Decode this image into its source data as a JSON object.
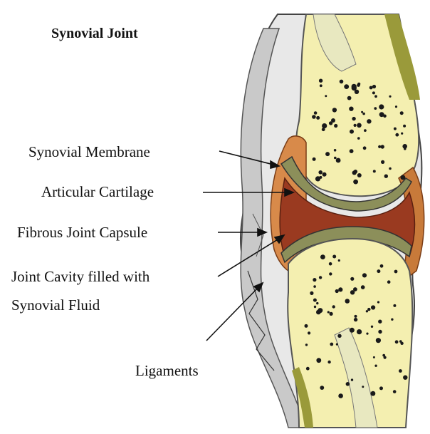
{
  "title": "Synovial Joint",
  "labels": {
    "synovial_membrane": "Synovial Membrane",
    "articular_cartilage": "Articular Cartilage",
    "fibrous_joint_capsule": "Fibrous Joint Capsule",
    "joint_cavity_line1": "Joint Cavity filled with",
    "joint_cavity_line2": "Synovial Fluid",
    "ligaments": "Ligaments"
  },
  "colors": {
    "bone": "#f4efb0",
    "bone_pores": "#1a1a1a",
    "cartilage": "#8c8f5a",
    "synovial_membrane": "#d88a4a",
    "synovial_fluid": "#9a3a20",
    "capsule": "#cfcfcf",
    "capsule_outline": "#555555",
    "marrow_green": "#9a9a3a"
  }
}
